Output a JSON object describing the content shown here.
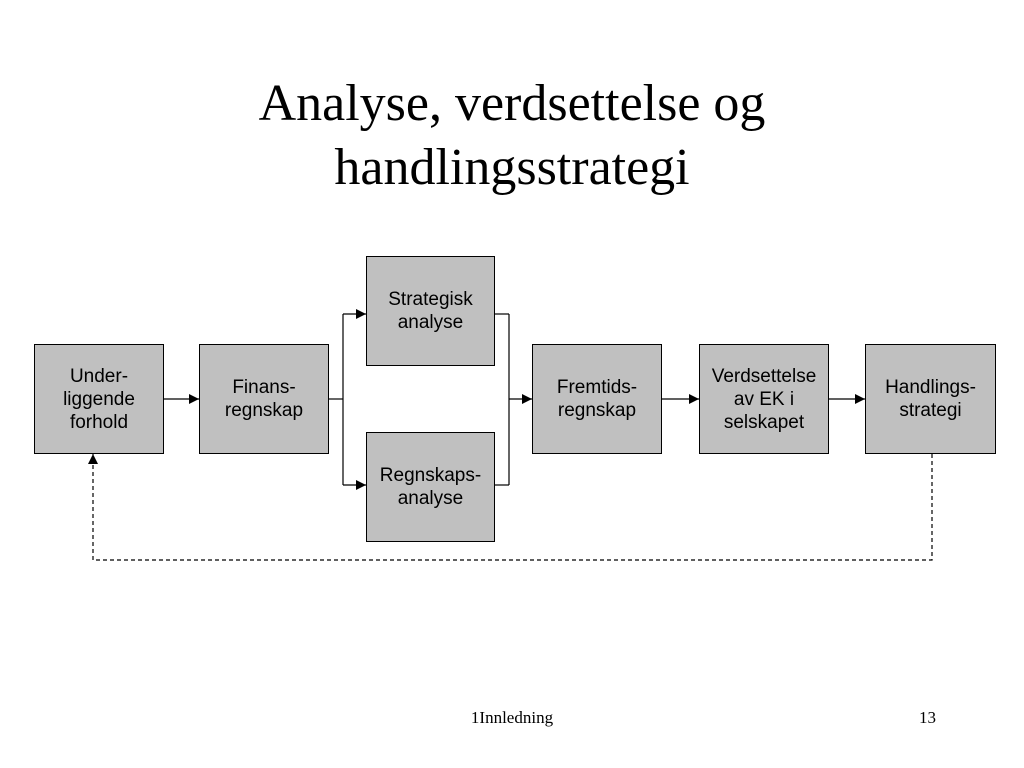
{
  "slide": {
    "title_lines": [
      "Analyse, verdsettelse og",
      "handlingsstrategi"
    ],
    "footer_label": "1Innledning",
    "page_number": "13"
  },
  "diagram": {
    "nodes": {
      "underliggende": [
        "Under-",
        "liggende",
        "forhold"
      ],
      "finansregnskap": [
        "Finans-",
        "regnskap"
      ],
      "strategisk": [
        "Strategisk",
        "analyse"
      ],
      "regnskapsanalyse": [
        "Regnskaps-",
        "analyse"
      ],
      "fremtidsregnskap": [
        "Fremtids-",
        "regnskap"
      ],
      "verdsettelse": [
        "Verdsettelse",
        "av EK i",
        "selskapet"
      ],
      "handlingsstrategi": [
        "Handlings-",
        "strategi"
      ]
    },
    "edges": [
      {
        "from": "underliggende",
        "to": "finansregnskap",
        "style": "solid"
      },
      {
        "from": "finansregnskap",
        "to": "strategisk",
        "style": "solid"
      },
      {
        "from": "finansregnskap",
        "to": "regnskapsanalyse",
        "style": "solid"
      },
      {
        "from": "strategisk",
        "to": "fremtidsregnskap",
        "style": "solid"
      },
      {
        "from": "regnskapsanalyse",
        "to": "fremtidsregnskap",
        "style": "solid"
      },
      {
        "from": "fremtidsregnskap",
        "to": "verdsettelse",
        "style": "solid"
      },
      {
        "from": "verdsettelse",
        "to": "handlingsstrategi",
        "style": "solid"
      },
      {
        "from": "handlingsstrategi",
        "to": "underliggende",
        "style": "dashed"
      }
    ],
    "colors": {
      "box_fill": "#c0c0c0",
      "line": "#000000"
    }
  }
}
